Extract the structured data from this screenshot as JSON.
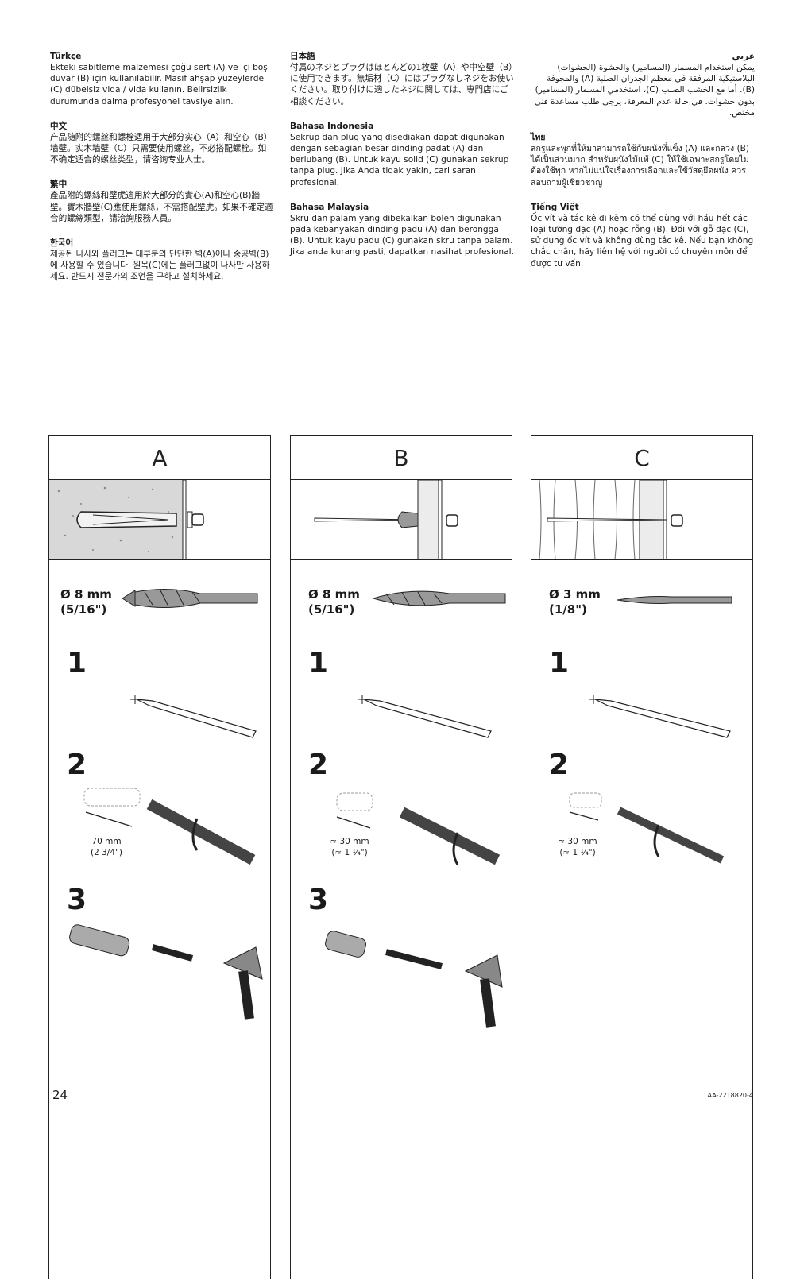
{
  "langs": {
    "tr": {
      "title": "Türkçe",
      "text": "Ekteki sabitleme malzemesi çoğu sert (A) ve içi boş duvar (B) için kullanılabilir. Masif ahşap yüzeylerde (C) dübelsiz vida / vida kullanın. Belirsizlik durumunda daima profesyonel tavsiye alın."
    },
    "zh": {
      "title": "中文",
      "text": "产品随附的螺丝和螺栓适用于大部分实心（A）和空心（B）墙壁。实木墙壁（C）只需要使用螺丝，不必搭配螺栓。如不确定适合的螺丝类型，请咨询专业人士。"
    },
    "zht": {
      "title": "繁中",
      "text": "產品附的螺絲和壁虎適用於大部分的實心(A)和空心(B)牆壁。實木牆壁(C)應使用螺絲，不需搭配壁虎。如果不確定適合的螺絲類型，請洽詢服務人員。"
    },
    "ko": {
      "title": "한국어",
      "text": "제공된 나사와 플러그는 대부분의 단단한 벽(A)이나 중공벽(B)에 사용할 수 있습니다. 원목(C)에는 플러그없이 나사만 사용하세요. 반드시 전문가의 조언을 구하고 설치하세요."
    },
    "ja": {
      "title": "日本語",
      "text": "付属のネジとプラグはほとんどの1枚壁（A）や中空壁（B）に使用できます。無垢材（C）にはプラグなしネジをお使いください。取り付けに適したネジに関しては、専門店にご相談ください。"
    },
    "id": {
      "title": "Bahasa Indonesia",
      "text": "Sekrup dan plug yang disediakan dapat digunakan dengan sebagian besar dinding padat (A) dan berlubang (B). Untuk kayu solid (C) gunakan sekrup tanpa plug. Jika Anda tidak yakin, cari saran profesional."
    },
    "ms": {
      "title": "Bahasa Malaysia",
      "text": "Skru dan palam yang dibekalkan boleh digunakan pada kebanyakan dinding padu (A) dan berongga (B). Untuk kayu padu (C) gunakan skru tanpa palam. Jika anda kurang pasti, dapatkan nasihat profesional."
    },
    "ar": {
      "title": "عربي",
      "text": "يمكن استخدام المسمار (المسامير) والحشوة (الحشوات) البلاستيكية المرفقة في معظم الجدران الصلبة (A) والمجوفة (B). أما مع الخشب الصلب (C)، استخدمي المسمار (المسامير) بدون حشوات. في حالة عدم المعرفة، يرجى طلب مساعدة فني مختص."
    },
    "th": {
      "title": "ไทย",
      "text": "สกรูและพุกที่ให้มาสามารถใช้กับผนังที่แข็ง (A) และกลวง (B) ได้เป็นส่วนมาก สำหรับผนังไม้แท้ (C) ให้ใช้เฉพาะสกรูโดยไม่ต้องใช้พุก หากไม่แน่ใจเรื่องการเลือกและใช้วัสดุยึดผนัง ควรสอบถามผู้เชี่ยวชาญ"
    },
    "vi": {
      "title": "Tiếng Việt",
      "text": "Ốc vít và tắc kê đi kèm có thể dùng với hầu hết các loại tường đặc (A) hoặc rỗng (B). Đối với gỗ đặc (C), sử dụng ốc vít và không dùng tắc kê. Nếu bạn không chắc chắn, hãy liên hệ với người có chuyên môn để được tư vấn."
    }
  },
  "panels": [
    {
      "letter": "A",
      "drill_mm": "Ø 8 mm",
      "drill_in": "(5/16\")",
      "depth_mm": "70 mm",
      "depth_in": "(2 3/4\")"
    },
    {
      "letter": "B",
      "drill_mm": "Ø 8 mm",
      "drill_in": "(5/16\")",
      "depth_mm": "≈ 30 mm",
      "depth_in": "(≈ 1 ¼\")"
    },
    {
      "letter": "C",
      "drill_mm": "Ø 3 mm",
      "drill_in": "(1/8\")",
      "depth_mm": "≈ 30 mm",
      "depth_in": "(≈ 1 ¼\")"
    }
  ],
  "steps": [
    "1",
    "2",
    "3"
  ],
  "page_number": "24",
  "doc_id": "AA-2218820-4"
}
